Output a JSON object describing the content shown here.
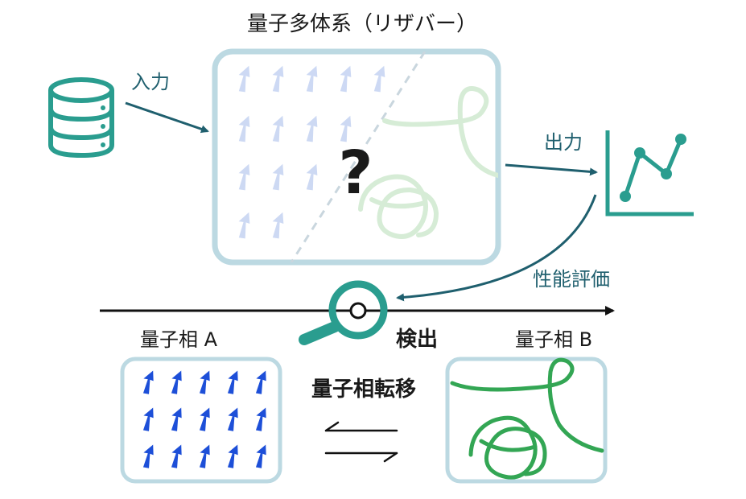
{
  "title": "量子多体系（リザバー）",
  "input_label": "入力",
  "output_label": "出力",
  "evaluation_label": "性能評価",
  "question_mark": "?",
  "detect_label": "検出",
  "phase_a_label": "量子相 A",
  "phase_b_label": "量子相 B",
  "transition_label": "量子相転移",
  "icons": {
    "database": "database-icon",
    "graph": "line-graph-icon",
    "magnifier": "magnifier-icon"
  },
  "colors": {
    "teal_accent": "#2a9d8f",
    "dark_teal": "#1f5f6e",
    "frame_blue": "#bcd9e2",
    "arrow_blue": "#1d4fd8",
    "light_arrow_blue": "#c5d3f2",
    "green_knot": "#33a654",
    "light_green": "#d6ecd6"
  }
}
